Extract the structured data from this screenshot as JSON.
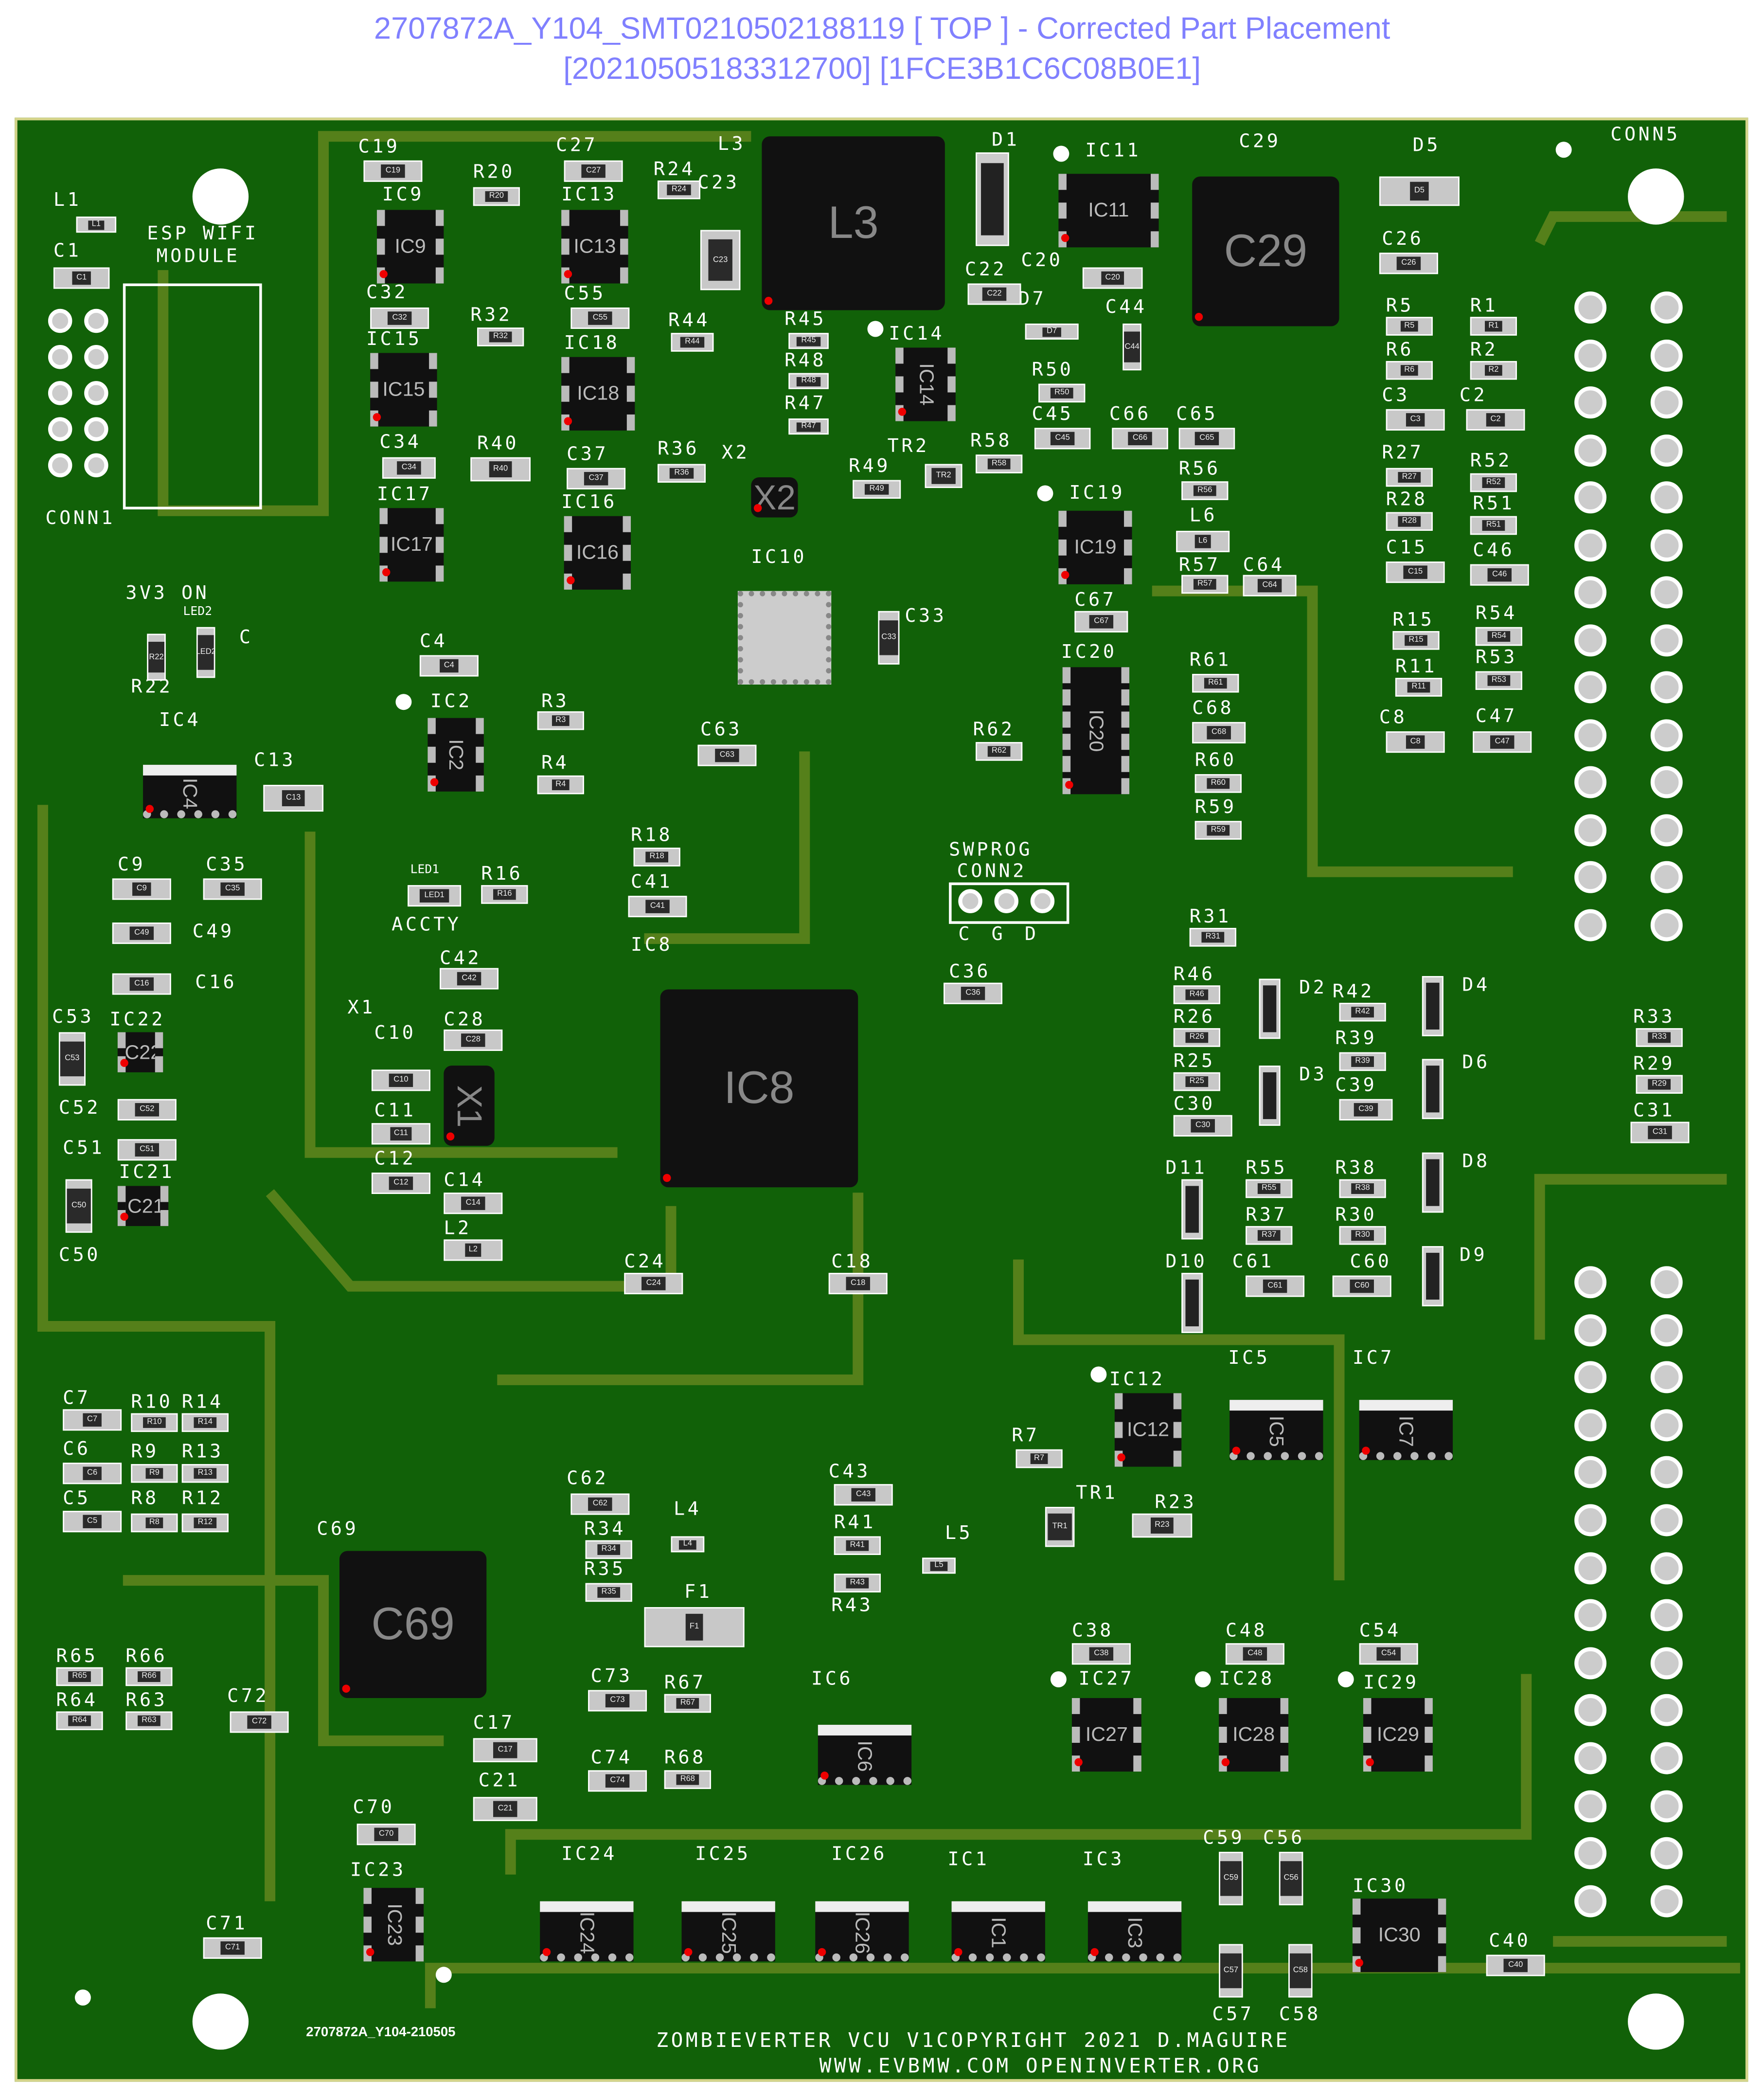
{
  "header": {
    "title_line1": "2707872A_Y104_SMT0210502188119 [ TOP ] - Corrected Part Placement",
    "title_line2": "[20210505183312700] [1FCE3B1C6C08B0E1]"
  },
  "colors": {
    "board": "#116108",
    "trace": "#55801a",
    "edge": "#d4d48a",
    "title": "#8080ff",
    "pin1_marker": "#ee0000"
  },
  "silkscreen": {
    "esp_module_line1": "ESP WIFI",
    "esp_module_line2": "MODULE",
    "conn1": "CONN1",
    "conn5": "CONN5",
    "led_3v3": "3V3 ON",
    "led2": "LED2",
    "led2_c": "C",
    "led1": "LED1",
    "accty": "ACCTY",
    "swprog": "SWPROG",
    "conn2": "CONN2",
    "conn2_pins": "C  G  D",
    "board_id": "2707872A_Y104-210505",
    "footer_line1": "ZOMBIEVERTER VCU V1COPYRIGHT 2021 D.MAGUIRE",
    "footer_line2": "WWW.EVBMW.COM OPENINVERTER.ORG"
  },
  "components": [
    "L1",
    "C1",
    "C19",
    "IC9",
    "R20",
    "C27",
    "IC13",
    "R24",
    "L3",
    "C23",
    "D1",
    "IC11",
    "C29",
    "D5",
    "C26",
    "C32",
    "IC15",
    "R32",
    "C55",
    "IC18",
    "R44",
    "R45",
    "R48",
    "R47",
    "IC14",
    "C22",
    "D7",
    "C20",
    "C44",
    "R50",
    "C45",
    "C66",
    "C65",
    "TR2",
    "R58",
    "R49",
    "X2",
    "R36",
    "C34",
    "R40",
    "C37",
    "IC17",
    "IC16",
    "IC10",
    "C33",
    "IC19",
    "R56",
    "L6",
    "R57",
    "C64",
    "C67",
    "IC20",
    "R61",
    "C68",
    "R60",
    "R59",
    "R62",
    "C63",
    "IC2",
    "R3",
    "R4",
    "C4",
    "R22",
    "IC4",
    "C13",
    "C9",
    "C35",
    "C49",
    "C16",
    "LED1",
    "R16",
    "R18",
    "C41",
    "IC8",
    "C42",
    "X1",
    "C10",
    "C28",
    "C11",
    "C12",
    "C14",
    "L2",
    "C53",
    "IC22",
    "C52",
    "C51",
    "IC21",
    "C50",
    "C36",
    "C24",
    "C18",
    "R46",
    "R26",
    "R25",
    "C30",
    "D2",
    "R42",
    "D4",
    "R39",
    "D3",
    "C39",
    "D6",
    "R33",
    "R29",
    "C31",
    "D11",
    "R55",
    "R38",
    "D8",
    "R37",
    "R30",
    "D10",
    "C61",
    "C60",
    "D9",
    "IC12",
    "IC5",
    "IC7",
    "R7",
    "TR1",
    "R23",
    "L5",
    "C43",
    "R41",
    "R43",
    "L4",
    "C62",
    "R34",
    "R35",
    "F1",
    "C7",
    "R10",
    "R14",
    "C6",
    "R9",
    "R13",
    "C5",
    "R8",
    "R12",
    "C69",
    "R65",
    "R66",
    "R64",
    "R63",
    "C72",
    "C73",
    "R67",
    "C74",
    "R68",
    "C17",
    "C21",
    "IC6",
    "C38",
    "IC27",
    "C48",
    "IC28",
    "C54",
    "IC29",
    "C70",
    "IC23",
    "C71",
    "IC24",
    "IC25",
    "IC26",
    "IC1",
    "IC3",
    "C59",
    "C56",
    "IC30",
    "C40",
    "C57",
    "C58",
    "C8",
    "R5",
    "R1",
    "R6",
    "R2",
    "C3",
    "C2",
    "R27",
    "R52",
    "R28",
    "R51",
    "C15",
    "C46",
    "R15",
    "R54",
    "R11",
    "R53",
    "C47",
    "R31",
    "LED2"
  ]
}
